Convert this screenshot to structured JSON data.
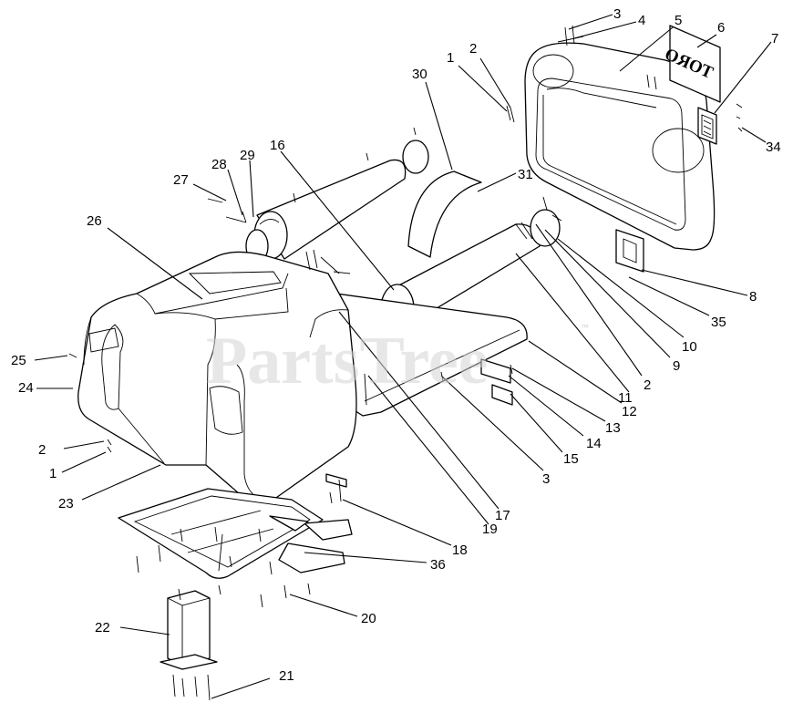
{
  "diagram": {
    "watermark": "PartsTree",
    "watermark_tm": "™",
    "decal_text": "TORO",
    "colors": {
      "line": "#000000",
      "watermark": "#d4d4d4",
      "background": "#ffffff"
    },
    "callouts": {
      "c1a": "1",
      "c1b": "1",
      "c2a": "2",
      "c2b": "2",
      "c2c": "2",
      "c3a": "3",
      "c3b": "3",
      "c4": "4",
      "c5": "5",
      "c6": "6",
      "c7": "7",
      "c8": "8",
      "c9": "9",
      "c10": "10",
      "c11": "11",
      "c12": "12",
      "c13": "13",
      "c14": "14",
      "c15": "15",
      "c16": "16",
      "c17": "17",
      "c18": "18",
      "c19": "19",
      "c20": "20",
      "c21": "21",
      "c22": "22",
      "c23": "23",
      "c24": "24",
      "c25": "25",
      "c26": "26",
      "c27": "27",
      "c28": "28",
      "c29": "29",
      "c30": "30",
      "c31": "31",
      "c34": "34",
      "c35": "35",
      "c36": "36"
    }
  }
}
